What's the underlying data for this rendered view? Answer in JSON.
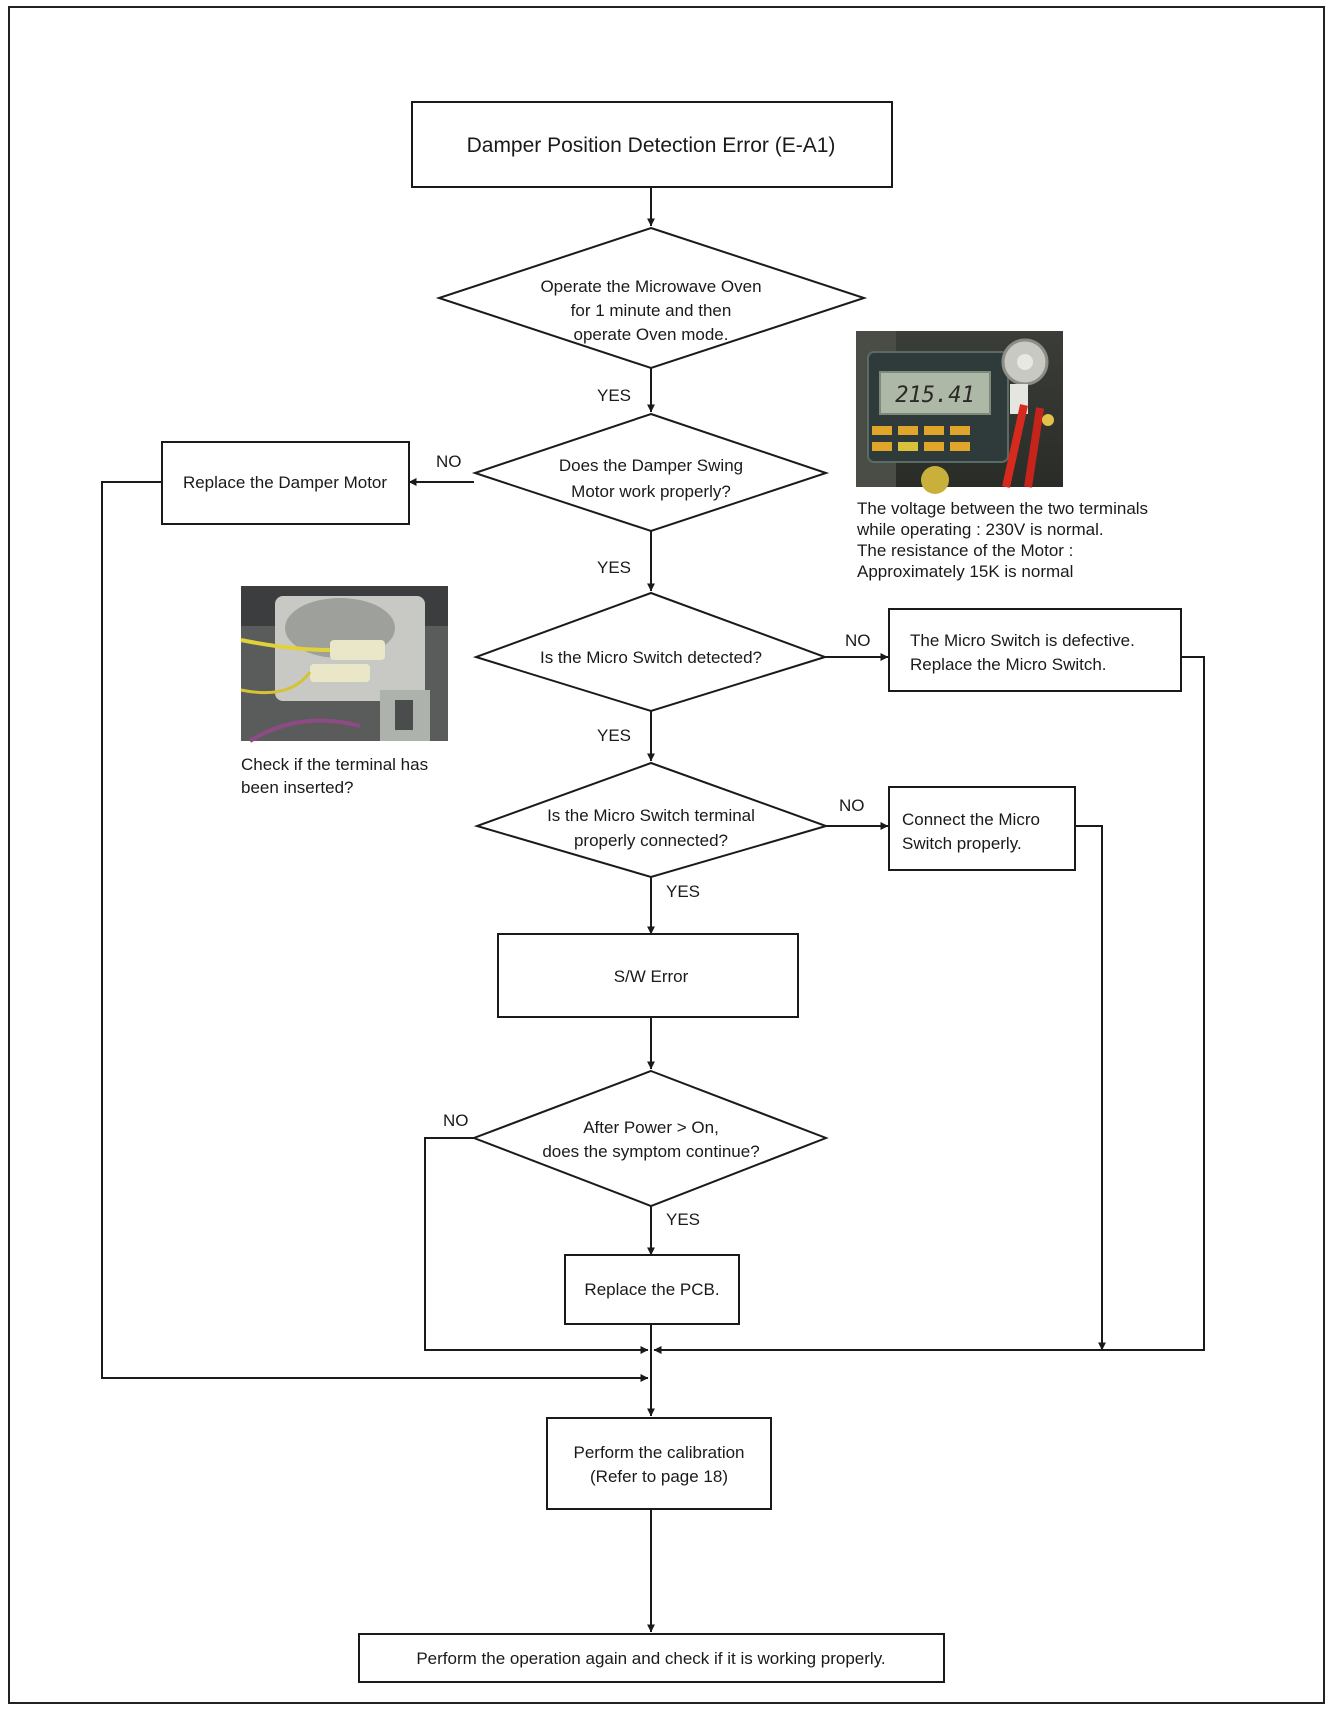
{
  "nodes": {
    "start": "Damper Position Detection Error (E-A1)",
    "operate": [
      "Operate the Microwave Oven",
      "for 1 minute and then",
      "operate Oven mode."
    ],
    "damper_check": [
      "Does the Damper Swing",
      "Motor work properly?"
    ],
    "replace_motor": "Replace the Damper Motor",
    "switch_detected": "Is the Micro Switch detected?",
    "switch_defective": [
      "The Micro Switch is defective.",
      "Replace the Micro Switch."
    ],
    "terminal_check": [
      "Is the Micro Switch terminal",
      "properly connected?"
    ],
    "connect_switch": [
      "Connect the Micro",
      "Switch properly."
    ],
    "sw_error": "S/W Error",
    "power_check": [
      "After Power > On,",
      "does the symptom continue?"
    ],
    "replace_pcb": "Replace the PCB.",
    "calibration": [
      "Perform the calibration",
      "(Refer to page 18)"
    ],
    "final": "Perform the operation again and check if it is working properly."
  },
  "labels": {
    "yes": "YES",
    "no": "NO"
  },
  "photos": {
    "multimeter": {
      "reading": "215.41",
      "caption": [
        "The voltage between the two terminals",
        "while operating : 230V is normal.",
        "The resistance of the Motor :",
        "Approximately 15K is normal"
      ]
    },
    "terminal": {
      "caption": [
        "Check if the terminal has",
        "been inserted?"
      ]
    }
  },
  "colors": {
    "line": "#1a1a1a",
    "box_fill": "#ffffff"
  }
}
